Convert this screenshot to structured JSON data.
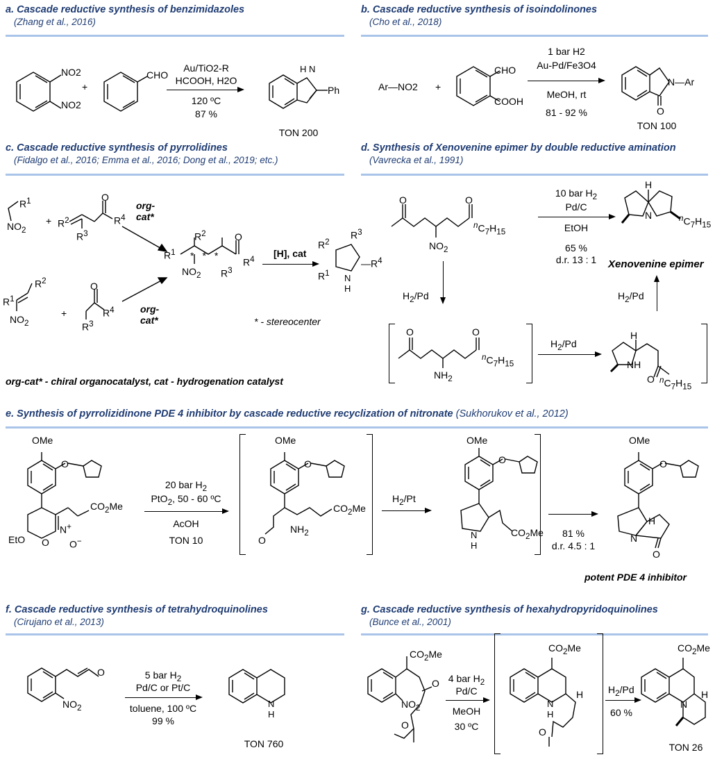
{
  "panels": {
    "a": {
      "title": "a. Cascade reductive synthesis of benzimidazoles",
      "ref": "(Zhang et al., 2016)",
      "reagent_plus": "+",
      "sub1": "NO2",
      "sub2": "NO2",
      "sub3": "CHO",
      "cond1": "Au/TiO2-R",
      "cond2": "HCOOH, H2O",
      "cond3": "120 ºC",
      "cond4": "87 %",
      "prod_nh": "H N",
      "prod_ph": "Ph",
      "ton": "TON 200"
    },
    "b": {
      "title": "b. Cascade reductive synthesis of isoindolinones",
      "ref": "(Cho et al., 2018)",
      "ar": "Ar—NO2",
      "plus": "+",
      "cho": "CHO",
      "cooh": "COOH",
      "cond1": "1 bar H2",
      "cond2": "Au-Pd/Fe3O4",
      "cond3": "MeOH, rt",
      "cond4": "81 - 92 %",
      "prod_n": "N—Ar",
      "prod_o": "O",
      "ton": "TON 100"
    },
    "c": {
      "title": "c. Cascade reductive synthesis of pyrrolidines",
      "ref": "(Fidalgo et al., 2016; Emma et al., 2016; Dong et al., 2019; etc.)",
      "catalyst": "org-cat*",
      "h_cat": "[H], cat",
      "stereo": "* - stereocenter",
      "legend": "org-cat* - chiral organocatalyst, cat - hydrogenation catalyst"
    },
    "d": {
      "title": "d. Synthesis of Xenovenine epimer by double reductive amination",
      "ref": "(Vavrecka et al., 1991)",
      "cond1": "10 bar H2",
      "cond2": "Pd/C",
      "cond3": "EtOH",
      "cond4": "65 %",
      "cond5": "d.r. 13 : 1",
      "product": "Xenovenine epimer",
      "h2pd": "H2/Pd",
      "chain": "nC7H15",
      "no2": "NO2",
      "nh2": "NH2"
    },
    "e": {
      "title": "e. Synthesis of pyrrolizidinone PDE 4 inhibitor by cascade reductive recyclization of nitronate",
      "ref": "(Sukhorukov et al., 2012)",
      "cond1": "20 bar H2",
      "cond2": "PtO2, 50 - 60 ºC",
      "cond3": "AcOH",
      "cond4": "TON 10",
      "h2pt": "H2/Pt",
      "yield": "81 %",
      "dr": "d.r. 4.5 : 1",
      "product": "potent PDE 4 inhibitor",
      "ome": "OMe",
      "co2me": "CO2Me"
    },
    "f": {
      "title": "f. Cascade reductive synthesis of tetrahydroquinolines",
      "ref": "(Cirujano et al., 2013)",
      "cond1": "5 bar H2",
      "cond2": "Pd/C or Pt/C",
      "cond3": "toluene, 100 ºC",
      "cond4": "99 %",
      "ton": "TON 760",
      "no2": "NO2"
    },
    "g": {
      "title": "g. Cascade reductive synthesis of hexahydropyridoquinolines",
      "ref": "(Bunce et al., 2001)",
      "cond1": "4 bar H2",
      "cond2": "Pd/C",
      "cond3": "MeOH",
      "cond4": "30 ºC",
      "h2pd": "H2/Pd",
      "yield": "60 %",
      "ton": "TON 26",
      "co2me": "CO2Me"
    }
  }
}
